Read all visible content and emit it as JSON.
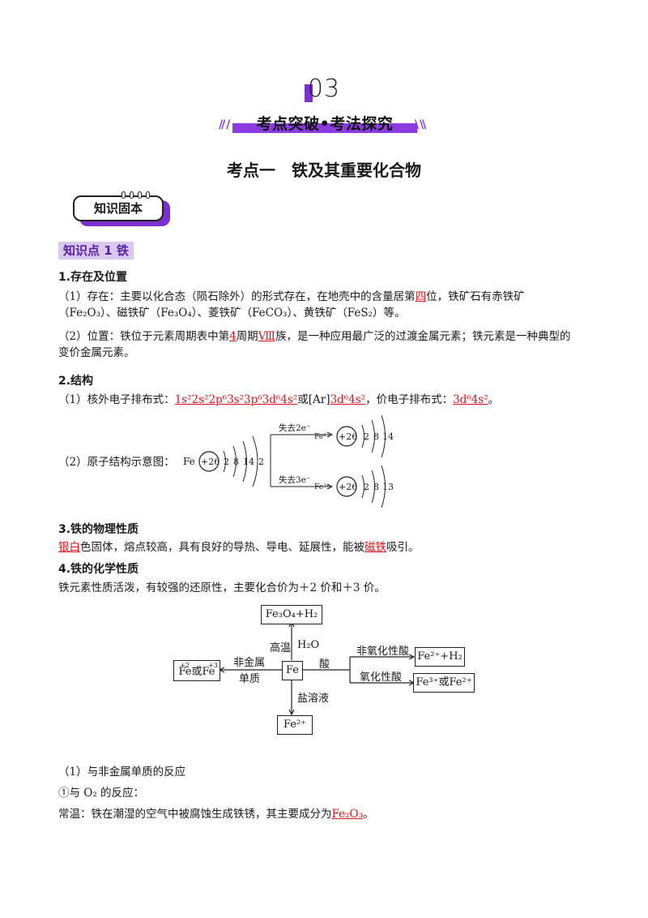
{
  "header": {
    "section_number": "03",
    "banner": "考点突破•考法探究",
    "title": "考点一　铁及其重要化合物"
  },
  "badge": "知识固本",
  "kp_label": "知识点 1  铁",
  "s1": {
    "heading": "1.存在及位置",
    "p1_a": "（1）存在：主要以化合态（陨石除外）的形式存在，在地壳中的含量居第",
    "p1_ans": "四",
    "p1_b": "位，铁矿石有赤铁矿",
    "p1_line2": "（Fe₂O₃）、磁铁矿（Fe₃O₄）、菱铁矿（FeCO₃）、黄铁矿（FeS₂）等。",
    "p2_a": "（2）位置：铁位于元素周期表中第",
    "p2_ans1": "4",
    "p2_b": "周期",
    "p2_ans2": "Ⅷ",
    "p2_c": "族，是一种应用最广泛的过渡金属元素；铁元素是一种典型的",
    "p2_line2": "变价金属元素。"
  },
  "s2": {
    "heading": "2.结构",
    "p1_a": "（1）核外电子排布式：",
    "p1_ans1": "1s²2s²2p⁶3s²3p⁶3d⁶4s²",
    "p1_b": "或[Ar]",
    "p1_ans2": "3d⁶4s²",
    "p1_c": "，价电子排布式：",
    "p1_ans3": "3d⁶4s²",
    "p1_d": "。",
    "p2": "（2）原子结构示意图：",
    "atom": {
      "symbol": "Fe",
      "nucleus": "+26",
      "shells": [
        "2",
        "8",
        "14",
        "2"
      ],
      "arrow_top": "失去2e⁻",
      "arrow_bottom": "失去3e⁻",
      "ion2": {
        "symbol": "Fe²⁺",
        "nucleus": "+26",
        "shells": [
          "2",
          "8",
          "14"
        ]
      },
      "ion3": {
        "symbol": "Fe³⁺",
        "nucleus": "+26",
        "shells": [
          "2",
          "8",
          "13"
        ]
      }
    }
  },
  "s3": {
    "heading": "3.铁的物理性质",
    "ans1": "银白",
    "text_a": "色固体，熔点较高，具有良好的导热、导电、延展性，能被",
    "ans2": "磁铁",
    "text_b": "吸引。"
  },
  "s4": {
    "heading": "4.铁的化学性质",
    "intro": "铁元素性质活泼，有较强的还原性，主要化合价为＋2 价和＋3 价。",
    "diagram": {
      "center": "Fe",
      "top": "Fe₃O₄+H₂",
      "top_label_left": "高温",
      "top_label_right": "H₂O",
      "left": "Fe或Fe",
      "left_sup1": "+2",
      "left_sup2": "+3",
      "left_label_top": "非金属",
      "left_label_bottom": "单质",
      "right_label": "酸",
      "right_top_label": "非氧化性酸",
      "right_top": "Fe²⁺+H₂",
      "right_bottom_label": "氧化性酸",
      "right_bottom": "Fe³⁺或Fe²⁺",
      "bottom_label": "盐溶液",
      "bottom": "Fe²⁺"
    },
    "sub1": "（1）与非金属单质的反应",
    "sub2": "①与 O₂ 的反应：",
    "line_a": "常温：铁在潮湿的空气中被腐蚀生成铁锈，其主要成分为",
    "line_ans": "Fe₂O₃",
    "line_b": "。"
  },
  "colors": {
    "accent": "#7b2fd0",
    "answer": "#d8141a"
  }
}
